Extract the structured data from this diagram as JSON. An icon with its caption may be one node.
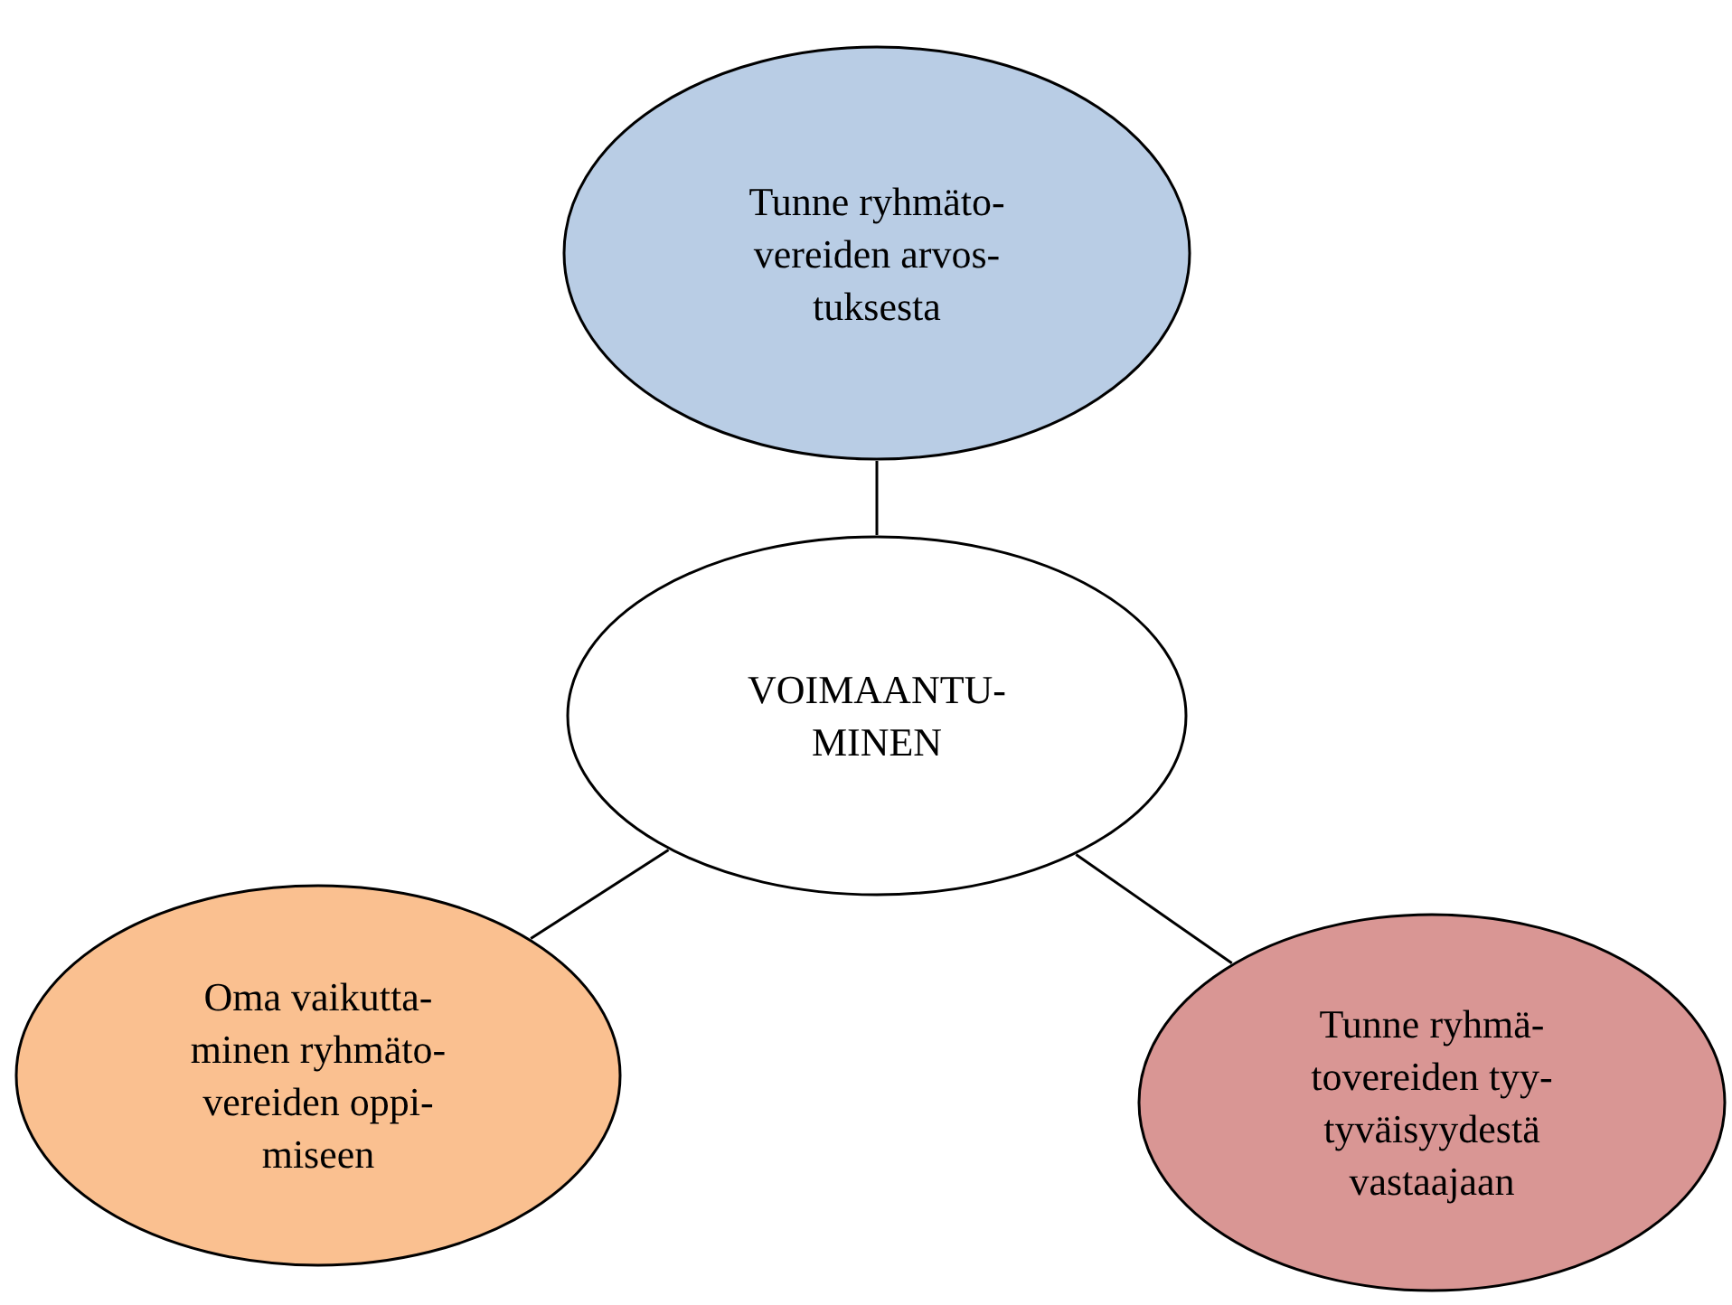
{
  "diagram": {
    "nodes": [
      {
        "text": [
          "Tunne ryhmäto- vereiden arvos- tuksesta"
        ]
      },
      {
        "text": [
          "VOIMAANTU- MINEN"
        ]
      },
      {
        "text": [
          "Oma vaikutta- minen ryhmäto- vereiden oppi- miseen"
        ]
      },
      {
        "text": [
          "Tunne ryhmä- tovereiden tyy- tyväisyydestä vastaajaan"
        ]
      }
    ],
    "edges": [
      {
        "from": 0,
        "to": 1,
        "arrow": "none"
      },
      {
        "from": 1,
        "to": 2,
        "arrow": "none"
      },
      {
        "from": 1,
        "to": 3,
        "arrow": "none"
      }
    ]
  }
}
